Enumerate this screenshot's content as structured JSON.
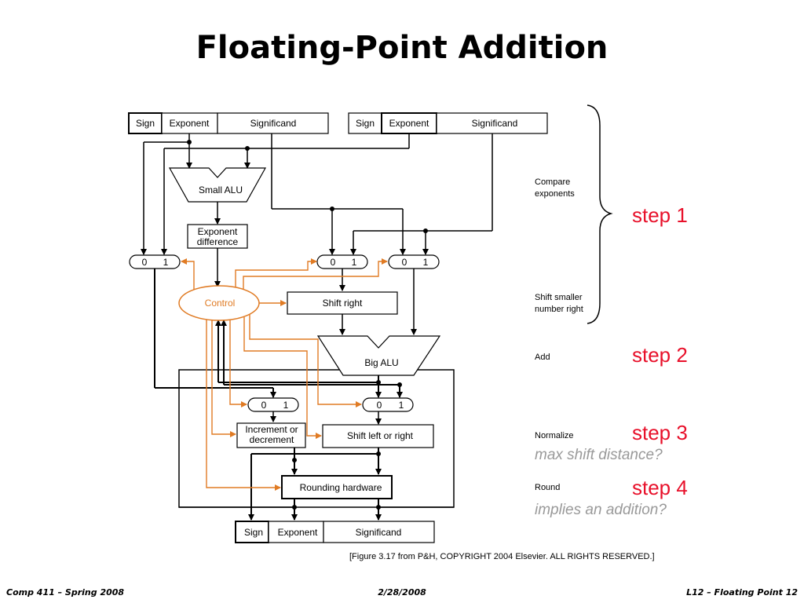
{
  "slide": {
    "title": "Floating-Point Addition",
    "footer_left": "Comp 411 – Spring 2008",
    "footer_center": "2/28/2008",
    "footer_right": "L12 – Floating Point 12"
  },
  "diagram": {
    "operand_a": {
      "sign": "Sign",
      "exponent": "Exponent",
      "significand": "Significand"
    },
    "operand_b": {
      "sign": "Sign",
      "exponent": "Exponent",
      "significand": "Significand"
    },
    "result": {
      "sign": "Sign",
      "exponent": "Exponent",
      "significand": "Significand"
    },
    "small_alu": "Small ALU",
    "exponent_difference": [
      "Exponent",
      "difference"
    ],
    "control": "Control",
    "shift_right": "Shift right",
    "big_alu": "Big ALU",
    "increment_or_decrement": [
      "Increment or",
      "decrement"
    ],
    "shift_left_or_right": "Shift left or right",
    "rounding_hardware": "Rounding hardware",
    "mux_labels": {
      "zero": "0",
      "one": "1"
    },
    "citation": "[Figure 3.17 from P&H, COPYRIGHT 2004 Elsevier. ALL RIGHTS RESERVED.]"
  },
  "stages": {
    "compare": [
      "Compare",
      "exponents"
    ],
    "shift": [
      "Shift smaller",
      "number right"
    ],
    "add": "Add",
    "normalize": "Normalize",
    "round": "Round"
  },
  "steps": {
    "step1": "step 1",
    "step2": "step 2",
    "step3": "step 3",
    "step3_note": "max shift distance?",
    "step4": "step 4",
    "step4_note": "implies an addition?"
  },
  "colors": {
    "control_path": "#e07b24",
    "step_label": "#e8102a",
    "note_text": "#999999"
  }
}
